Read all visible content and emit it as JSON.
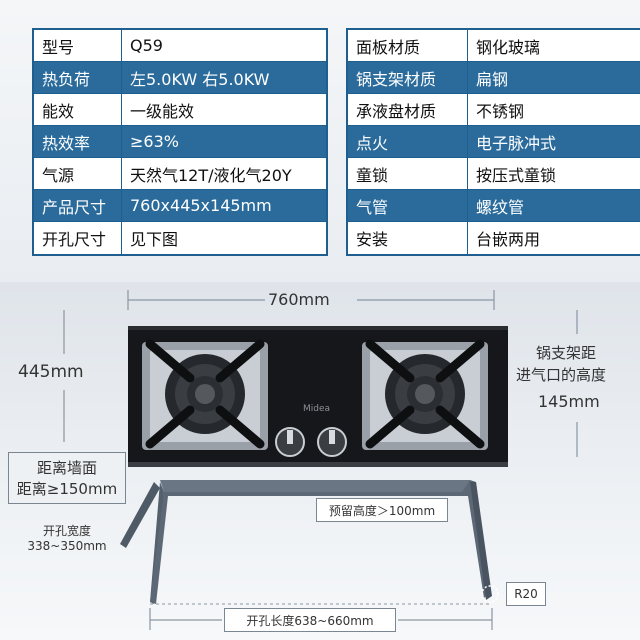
{
  "specs_left": [
    {
      "key": "型号",
      "value": "Q59"
    },
    {
      "key": "热负荷",
      "value": "左5.0KW  右5.0KW"
    },
    {
      "key": "能效",
      "value": "一级能效"
    },
    {
      "key": "热效率",
      "value": "≥63%"
    },
    {
      "key": "气源",
      "value": "天然气12T/液化气20Y"
    },
    {
      "key": "产品尺寸",
      "value": "760x445x145mm"
    },
    {
      "key": "开孔尺寸",
      "value": "见下图"
    }
  ],
  "specs_right": [
    {
      "key": "面板材质",
      "value": "钢化玻璃"
    },
    {
      "key": "锅支架材质",
      "value": "扁钢"
    },
    {
      "key": "承液盘材质",
      "value": "不锈钢"
    },
    {
      "key": "点火",
      "value": "电子脉冲式"
    },
    {
      "key": "童锁",
      "value": "按压式童锁"
    },
    {
      "key": "气管",
      "value": "螺纹管"
    },
    {
      "key": "安装",
      "value": "台嵌两用"
    }
  ],
  "diagram": {
    "width_label": "760mm",
    "depth_label": "445mm",
    "height_caption_line1": "锅支架距",
    "height_caption_line2": "进气口的高度",
    "height_label": "145mm",
    "brand_logo": "Midea",
    "wall_line1": "距离墙面",
    "wall_line2": "距离≥150mm",
    "cut_width_line1": "开孔宽度",
    "cut_width_line2": "338~350mm",
    "reserve_height": "预留高度＞100mm",
    "radius_label": "R20",
    "cut_length": "开孔长度638~660mm"
  },
  "colors": {
    "table_dark": "#2a6b9b",
    "table_border": "#1f5f8f",
    "glass": "#141619",
    "frame": "#5d6876"
  }
}
